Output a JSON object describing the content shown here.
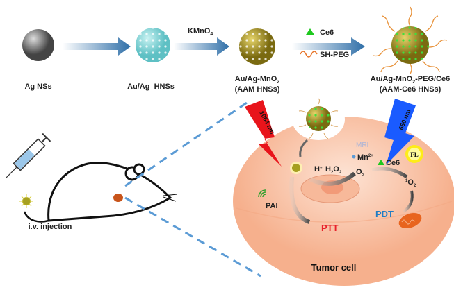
{
  "synthesis": {
    "step1_label": "Ag NSs",
    "step2_label": "Au/Ag  HNSs",
    "reagent1": "KMnO",
    "reagent1_sub": "4",
    "step3_label_a": "Au/Ag-MnO",
    "step3_label_a_sub": "2",
    "step3_label_b": "(AAM HNSs)",
    "reagent2a": "Ce6",
    "reagent2b": "SH-PEG",
    "step4_label_a1": "Au/Ag-MnO",
    "step4_label_a_sub": "2",
    "step4_label_a2": "-PEG/Ce6",
    "step4_label_b": "(AAM-Ce6 HNSs)"
  },
  "mouse": {
    "injection_label": "i.v. injection"
  },
  "cell": {
    "title": "Tumor cell",
    "laser1": "1064 nm",
    "laser2": "660 nm",
    "h_plus": "H",
    "h_plus_sup": "+",
    "h2o2_a": "H",
    "h2o2_sub1": "2",
    "h2o2_b": "O",
    "h2o2_sub2": "2",
    "mri": "MRI",
    "mn": "Mn",
    "mn_sup": "2+",
    "ce6": "Ce6",
    "fl": "FL",
    "o2": "O",
    "o2_sub": "2",
    "singlet_sup": "1",
    "singlet": "O",
    "singlet_sub": "2",
    "pai": "PAI",
    "ptt": "PTT",
    "pdt": "PDT"
  },
  "colors": {
    "arrow": "#2f6fa8",
    "ptt": "#e8202a",
    "pdt": "#1f7cc4",
    "laser1": "#e8141b",
    "laser2": "#1a5bff",
    "cell": "#f9c4a5"
  }
}
